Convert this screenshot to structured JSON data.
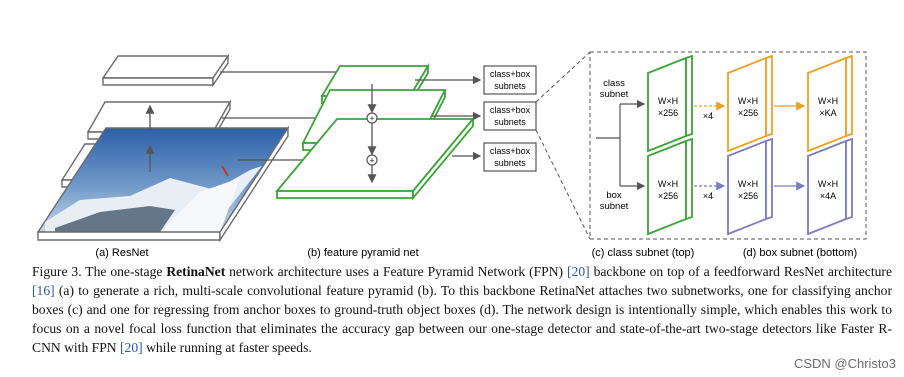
{
  "labels": {
    "resnet": "(a) ResNet",
    "fpn": "(b) feature pyramid net",
    "class_subnet_top": "(c) class subnet (top)",
    "box_subnet_bottom": "(d) box subnet (bottom)"
  },
  "subnet_boxes": [
    {
      "line1": "class+box",
      "line2": "subnets"
    },
    {
      "line1": "class+box",
      "line2": "subnets"
    },
    {
      "line1": "class+box",
      "line2": "subnets"
    }
  ],
  "branch_labels": {
    "class_line1": "class",
    "class_line2": "subnet",
    "box_line1": "box",
    "box_line2": "subnet"
  },
  "class_row": [
    {
      "line1": "W×H",
      "line2": "×256"
    },
    {
      "line1": "W×H",
      "line2": "×256"
    },
    {
      "line1": "W×H",
      "line2": "×KA"
    }
  ],
  "box_row": [
    {
      "line1": "W×H",
      "line2": "×256"
    },
    {
      "line1": "W×H",
      "line2": "×256"
    },
    {
      "line1": "W×H",
      "line2": "×4A"
    }
  ],
  "repeat_label": "×4",
  "colors": {
    "resnet_outline": "#6b6b6b",
    "fpn_green": "#3aa636",
    "subnet_orange": "#f0a020",
    "subnet_purple": "#7c7cc0",
    "reference_blue": "#2f57a8"
  },
  "caption": {
    "prefix": "Figure 3. The one-stage ",
    "bold": "RetinaNet",
    "part1": " network architecture uses a Feature Pyramid Network (FPN) ",
    "ref1": "[20]",
    "part2": " backbone on top of a feedforward ResNet architecture ",
    "ref2": "[16]",
    "part3": " (a) to generate a rich, multi-scale convolutional feature pyramid (b). To this backbone RetinaNet attaches two subnetworks, one for classifying anchor boxes (c) and one for regressing from anchor boxes to ground-truth object boxes (d). The network design is intentionally simple, which enables this work to focus on a novel focal loss function that eliminates the accuracy gap between our one-stage detector and state-of-the-art two-stage detectors like Faster R-CNN with FPN ",
    "ref3": "[20]",
    "part4": " while running at faster speeds."
  },
  "watermark": "CSDN @Christo3"
}
